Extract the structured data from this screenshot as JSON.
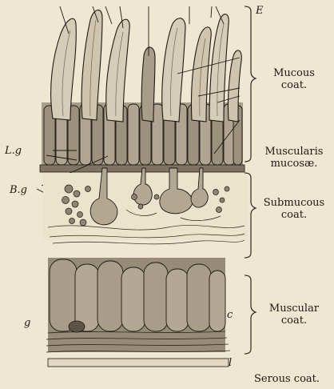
{
  "figure": {
    "background": "#efe7d2",
    "ink": "#1d1812",
    "tissue_fill": "#b7ac97",
    "tissue_dark": "#8f8472"
  },
  "letters": {
    "E": "E",
    "Lg": "L.g",
    "Bg": "B.g",
    "g": "g",
    "c": "c",
    "l": "l"
  },
  "layers": {
    "mucous": "Mucous\ncoat.",
    "muscularis": "Muscularis\nmucosæ.",
    "submucous": "Submucous\ncoat.",
    "muscular": "Muscular\ncoat.",
    "serous": "Serous coat."
  }
}
